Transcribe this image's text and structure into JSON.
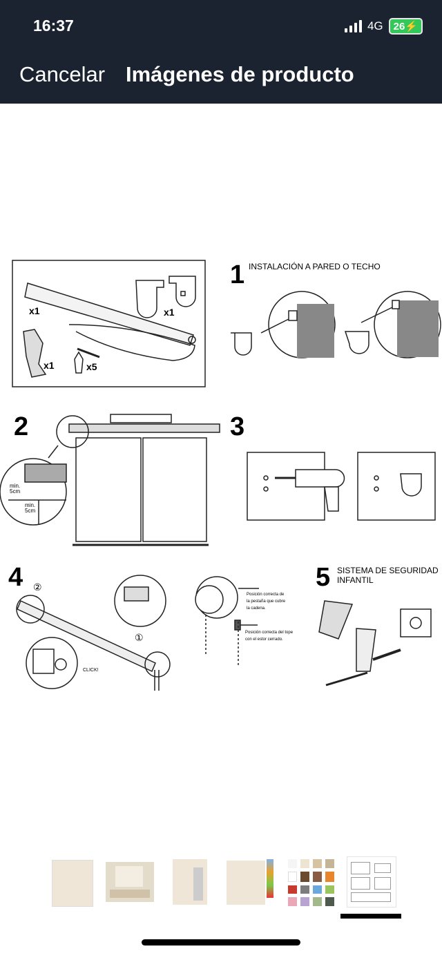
{
  "status_bar": {
    "time": "16:37",
    "network": "4G",
    "battery": "26"
  },
  "header": {
    "cancel_label": "Cancelar",
    "title": "Imágenes de producto"
  },
  "instructions": {
    "box_qty": {
      "rail": "x1",
      "brackets": "x1",
      "guide": "x1",
      "screws": "x5"
    },
    "step1": {
      "number": "1",
      "text": "INSTALACIÓN A PARED O TECHO"
    },
    "step2": {
      "number": "2",
      "min_a1": "min.",
      "min_a2": "5cm",
      "min_b1": "min.",
      "min_b2": "5cm"
    },
    "step3": {
      "number": "3"
    },
    "step4": {
      "number": "4",
      "circle2": "②",
      "circle1": "①",
      "click": "CLICK!",
      "note1_l1": "Posición correcta de",
      "note1_l2": "la pestaña que cubre",
      "note1_l3": "la cadena.",
      "note2_l1": "Posición correcta del tope",
      "note2_l2": "con el estor cerrado."
    },
    "step5": {
      "number": "5",
      "text_l1": "SISTEMA DE SEGURIDAD",
      "text_l2": "INFANTIL"
    }
  },
  "thumbnails": [
    "roller-blind",
    "living-room",
    "blind-side",
    "blind-front",
    "color-swatches",
    "instructions"
  ],
  "selected_thumbnail": 5,
  "colors": {
    "header_bg": "#1b2330",
    "battery": "#34c759"
  }
}
